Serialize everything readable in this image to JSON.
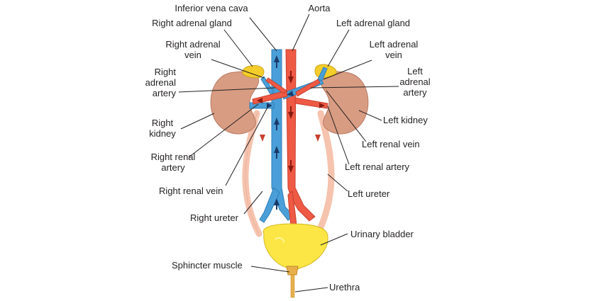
{
  "colors": {
    "vein": "#4a9fd8",
    "artery": "#ef5a45",
    "kidney": "#d89c82",
    "gland": "#f5cd2a",
    "ureter": "#f6c3ae",
    "bladder": "#fbe645",
    "urethra": "#e8b04a",
    "arrow": "#1a3a6b",
    "arrow_red": "#8b1a10",
    "leader": "#231f20"
  },
  "labels": {
    "inferior_vena_cava": "Inferior vena cava",
    "aorta": "Aorta",
    "right_adrenal_gland": "Right adrenal gland",
    "left_adrenal_gland": "Left adrenal gland",
    "right_adrenal_vein": "Right adrenal\nvein",
    "left_adrenal_vein": "Left adrenal\nvein",
    "right_adrenal_artery": "Right\nadrenal\nartery",
    "left_adrenal_artery": "Left\nadrenal\nartery",
    "right_kidney": "Right\nkidney",
    "left_kidney": "Left kidney",
    "right_renal_artery": "Right renal\nartery",
    "left_renal_vein": "Left renal vein",
    "left_renal_artery": "Left renal artery",
    "right_renal_vein": "Right renal vein",
    "left_ureter": "Left ureter",
    "right_ureter": "Right ureter",
    "urinary_bladder": "Urinary bladder",
    "sphincter_muscle": "Sphincter muscle",
    "urethra": "Urethra"
  }
}
